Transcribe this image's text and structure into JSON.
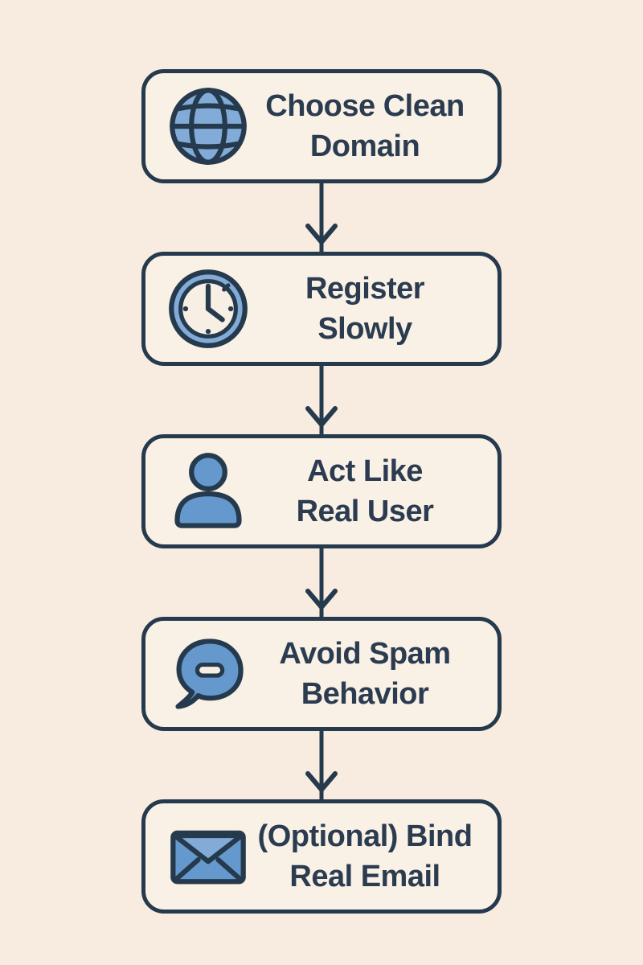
{
  "colors": {
    "page-bg": "#f7ecdf",
    "box-bg": "#f9f0e6",
    "navy": "#263a4d",
    "text": "#2b3c50",
    "icon-blue": "#6598cd",
    "icon-blue-light": "#82abd8",
    "face-cream": "#f7efe4"
  },
  "steps": [
    {
      "icon": "globe-icon",
      "line1": "Choose Clean",
      "line2": "Domain"
    },
    {
      "icon": "clock-icon",
      "line1": "Register",
      "line2": "Slowly"
    },
    {
      "icon": "user-icon",
      "line1": "Act Like",
      "line2": "Real User"
    },
    {
      "icon": "chat-bubble-minus-icon",
      "line1": "Avoid Spam",
      "line2": "Behavior"
    },
    {
      "icon": "envelope-icon",
      "line1": "(Optional) Bind",
      "line2": "Real Email"
    }
  ],
  "connector": {
    "shape": "down-arrow",
    "count": 4
  }
}
